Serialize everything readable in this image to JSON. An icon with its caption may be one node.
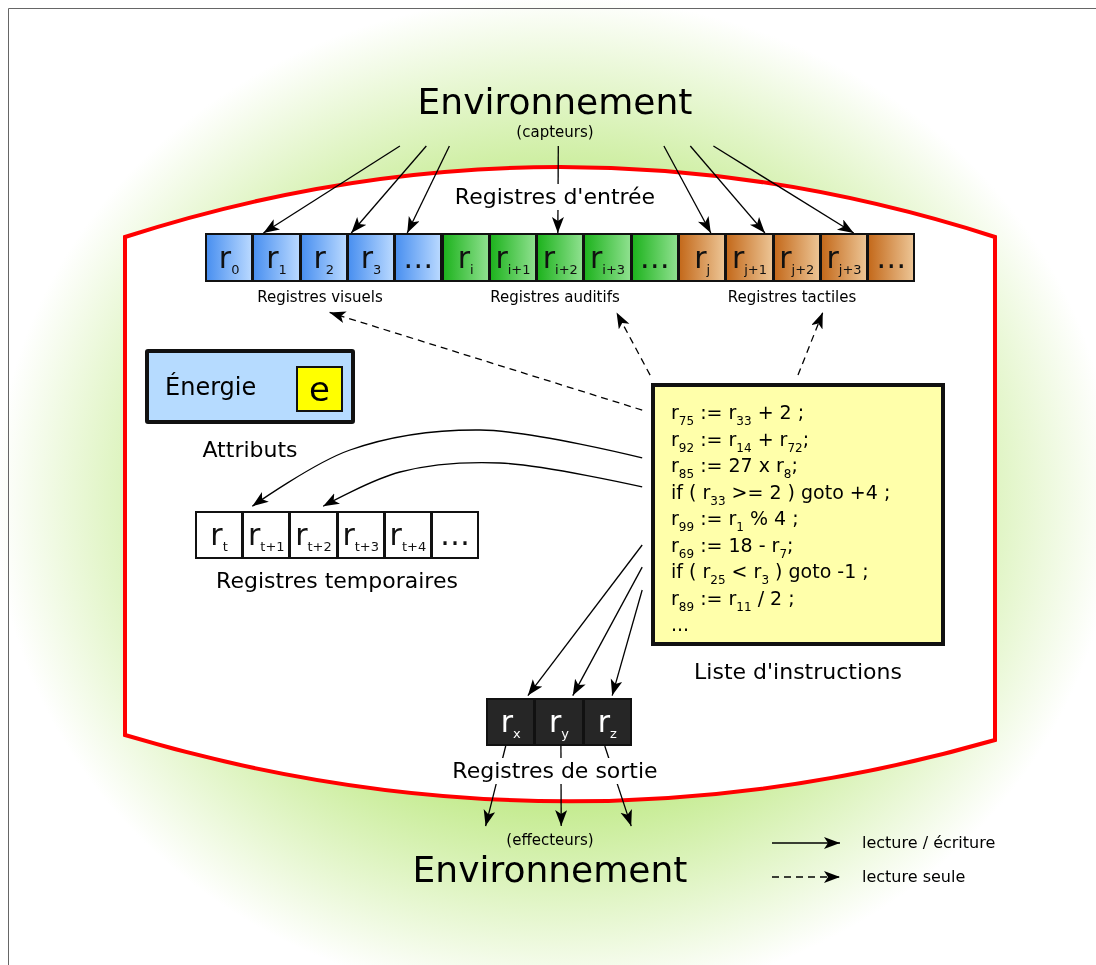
{
  "diagram": {
    "nodes": [
      {
        "text": [
          "Environnement",
          "(capteurs)"
        ]
      },
      {
        "text": [],
        "shape": "box"
      },
      {
        "text": [
          "r$_{0}$"
        ],
        "in": 1
      },
      {
        "text": [
          "r$_{1}$"
        ],
        "in": 1
      },
      {
        "text": [
          "r$_{2}$"
        ],
        "in": 1
      },
      {
        "text": [
          "r$_{3}$"
        ],
        "in": 1
      },
      {
        "text": [
          "…"
        ],
        "in": 1
      },
      {
        "text": [
          "r$_{i}$"
        ],
        "in": 1
      },
      {
        "text": [
          "r$_{i+1}$"
        ],
        "in": 1
      },
      {
        "text": [
          "r$_{i+2}$"
        ],
        "in": 1
      },
      {
        "text": [
          "r$_{i+3}$"
        ],
        "in": 1
      },
      {
        "text": [
          "…"
        ],
        "in": 1
      },
      {
        "text": [
          "r$_{j}$"
        ],
        "in": 1
      },
      {
        "text": [
          "r$_{j+1}$"
        ],
        "in": 1
      },
      {
        "text": [
          "r$_{j+2}$"
        ],
        "in": 1
      },
      {
        "text": [
          "r$_{j+3}$"
        ],
        "in": 1
      },
      {
        "text": [
          "…"
        ],
        "in": 1
      },
      {
        "text": [
          "Registres visuels"
        ],
        "in": 1
      },
      {
        "text": [
          "Registres auditifs"
        ],
        "in": 1
      },
      {
        "text": [
          "Registres tactiles"
        ],
        "in": 1
      },
      {
        "text": [
          "Énergie"
        ],
        "in": 1,
        "beside": [
          "Attributs"
        ]
      },
      {
        "text": [
          "e"
        ],
        "in": 20
      },
      {
        "text": [
          "r$_{75}$ := r$_{33}$ + 2 ;",
          "r$_{92}$ := r$_{14}$ + r$_{72}$;",
          "r$_{85}$ := 27 x r$_{8}$;",
          "if ( r$_{33}$ >= 2 ) goto +4 ;",
          "r$_{99}$ := r$_{1}$ % 4 ;",
          "r$_{69}$ := 18 - r$_{7}$;",
          "if ( r$_{25}$ < r$_{3}$ ) goto -1 ;",
          "r$_{89}$ := r$_{11}$ / 2 ;",
          "..."
        ],
        "in": 1,
        "beside": [
          "Liste d'instructions"
        ]
      },
      {
        "text": [
          "r$_{t}$"
        ],
        "in": 1
      },
      {
        "text": [
          "r$_{t+1}$"
        ],
        "in": 1
      },
      {
        "text": [
          "r$_{t+2}$"
        ],
        "in": 1
      },
      {
        "text": [
          "r$_{t+3}$"
        ],
        "in": 1
      },
      {
        "text": [
          "r$_{t+4}$"
        ],
        "in": 1
      },
      {
        "text": [
          "…"
        ],
        "in": 1
      },
      {
        "text": [
          "r$_{x}$"
        ],
        "in": 1
      },
      {
        "text": [
          "r$_{y}$"
        ],
        "in": 1
      },
      {
        "text": [
          "r$_{z}$"
        ],
        "in": 1
      },
      {
        "text": [
          "(effecteurs)",
          "Environnement"
        ]
      }
    ],
    "edges": [
      {
        "from": 0,
        "to": 3,
        "arrow": "to"
      },
      {
        "from": 0,
        "to": 5,
        "arrow": "to"
      },
      {
        "from": 0,
        "to": 6,
        "arrow": "to"
      },
      {
        "from": 0,
        "to": 9,
        "arrow": "to"
      },
      {
        "from": 0,
        "to": 12,
        "arrow": "to"
      },
      {
        "from": 0,
        "to": 13,
        "arrow": "to"
      },
      {
        "from": 0,
        "to": 15,
        "arrow": "to"
      },
      {
        "from": 22,
        "to": 17,
        "arrow": "to",
        "style": "dashed"
      },
      {
        "from": 22,
        "to": 18,
        "arrow": "to",
        "style": "dashed"
      },
      {
        "from": 22,
        "to": 19,
        "arrow": "to",
        "style": "dashed"
      },
      {
        "from": 22,
        "to": 24,
        "arrow": "to"
      },
      {
        "from": 22,
        "to": 25,
        "arrow": "to"
      },
      {
        "from": 22,
        "to": 29,
        "arrow": "to"
      },
      {
        "from": 22,
        "to": 30,
        "arrow": "to"
      },
      {
        "from": 22,
        "to": 31,
        "arrow": "to"
      },
      {
        "from": 29,
        "to": 32,
        "arrow": "to"
      },
      {
        "from": 30,
        "to": 32,
        "arrow": "to"
      },
      {
        "from": 31,
        "to": 32,
        "arrow": "to"
      }
    ],
    "labels": [
      "Registres d'entrée",
      "Registres temporaires",
      "Registres de sortie"
    ],
    "legend": [
      {
        "text": "lecture / écriture"
      },
      {
        "text": "lecture seule"
      }
    ]
  }
}
